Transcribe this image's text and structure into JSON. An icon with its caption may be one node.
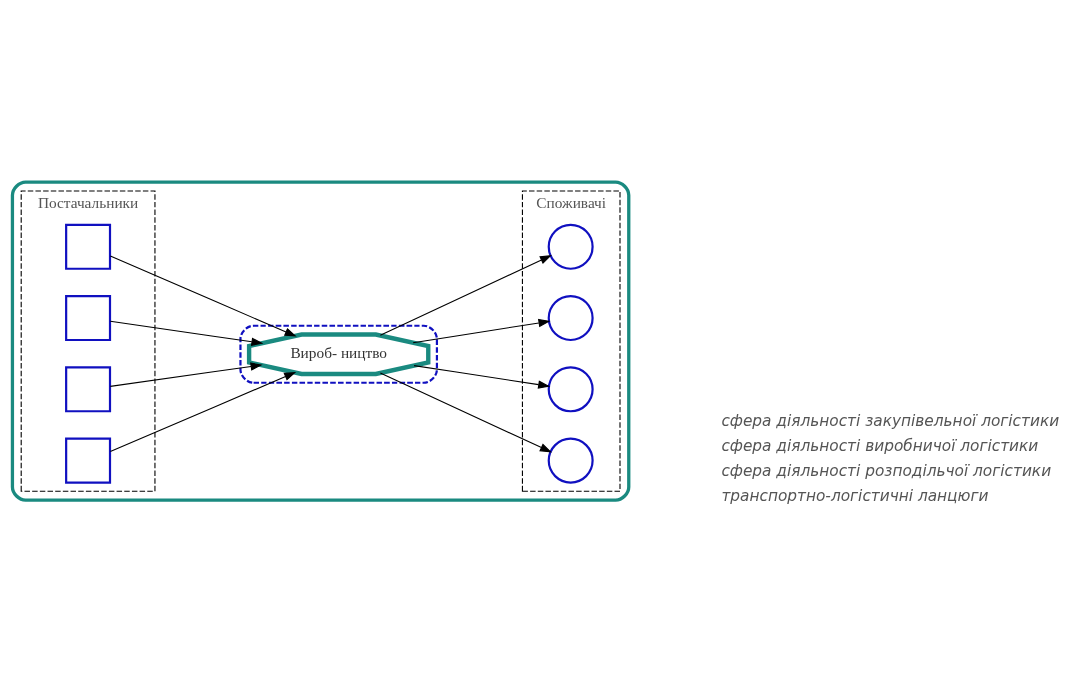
{
  "diagram": {
    "nodes": [
      {
        "text": [],
        "shape": "box"
      },
      {
        "text": [
          "Постачальники"
        ],
        "in": 0
      },
      {
        "text": [],
        "shape": "box",
        "in": 1
      },
      {
        "text": [],
        "shape": "box",
        "in": 1
      },
      {
        "text": [],
        "shape": "box",
        "in": 1
      },
      {
        "text": [],
        "shape": "box",
        "in": 1
      },
      {
        "text": [],
        "shape": "ellipse",
        "in": 0
      },
      {
        "text": [
          "Вироб- ництво"
        ],
        "in": 6
      },
      {
        "text": [
          "Споживачі"
        ],
        "in": 0
      },
      {
        "text": [],
        "shape": "circle",
        "in": 8
      },
      {
        "text": [],
        "shape": "circle",
        "in": 8
      },
      {
        "text": [],
        "shape": "circle",
        "in": 8
      },
      {
        "text": [],
        "shape": "circle",
        "in": 8
      }
    ],
    "edges": [
      {
        "from": 2,
        "to": 7,
        "arrow": "to"
      },
      {
        "from": 3,
        "to": 7,
        "arrow": "to"
      },
      {
        "from": 4,
        "to": 7,
        "arrow": "to"
      },
      {
        "from": 5,
        "to": 7,
        "arrow": "to"
      },
      {
        "from": 7,
        "to": 9,
        "arrow": "to"
      },
      {
        "from": 7,
        "to": 10,
        "arrow": "to"
      },
      {
        "from": 7,
        "to": 11,
        "arrow": "to"
      },
      {
        "from": 7,
        "to": 12,
        "arrow": "to"
      }
    ],
    "legend": [
      {
        "text": "сфера діяльності закупівельної логістики"
      },
      {
        "text": "сфера діяльності виробничої логістики"
      },
      {
        "text": "сфера діяльності розподільчої логістики"
      },
      {
        "text": "транспортно-логістичні ланцюги"
      }
    ]
  }
}
